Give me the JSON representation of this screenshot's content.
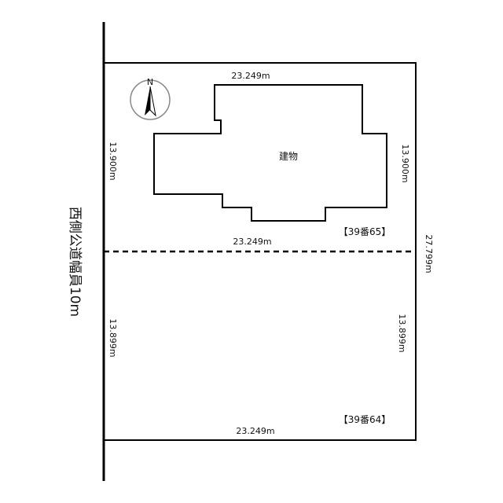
{
  "road_label": "西側公道幅員10m",
  "north_label": "N",
  "building_label": "建物",
  "lot_65": {
    "label": "【39番65】",
    "top_width": "23.249m",
    "left_depth": "13.900m",
    "right_depth": "13.900m",
    "bottom_width": "23.249m"
  },
  "lot_64": {
    "label": "【39番64】",
    "left_depth": "13.899m",
    "right_depth": "13.899m",
    "bottom_width": "23.249m"
  },
  "total_depth": "27.799m"
}
